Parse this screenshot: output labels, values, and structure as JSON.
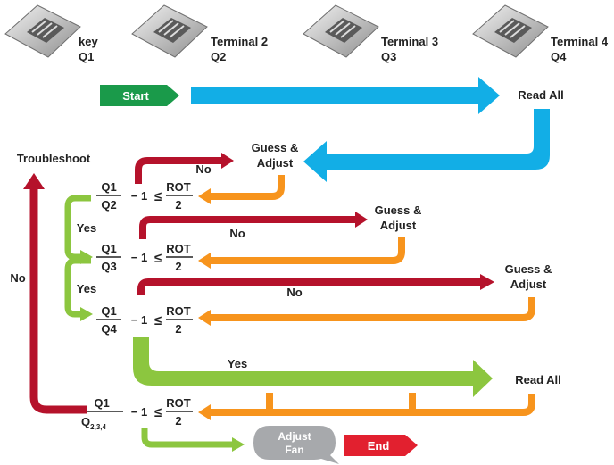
{
  "terminals": [
    {
      "name": "key",
      "q": "Q1"
    },
    {
      "name": "Terminal 2",
      "q": "Q2"
    },
    {
      "name": "Terminal 3",
      "q": "Q3"
    },
    {
      "name": "Terminal 4",
      "q": "Q4"
    }
  ],
  "start_label": "Start",
  "read_all_label": "Read All",
  "read_all_bottom_label": "Read All",
  "troubleshoot_label": "Troubleshoot",
  "guess_adjust": [
    {
      "line1": "Guess &",
      "line2": "Adjust"
    },
    {
      "line1": "Guess &",
      "line2": "Adjust"
    },
    {
      "line1": "Guess &",
      "line2": "Adjust"
    }
  ],
  "conditions": [
    {
      "num": "Q1",
      "den": "Q2",
      "minus": "− 1",
      "rel": "≤",
      "rnum": "ROT",
      "rden": "2"
    },
    {
      "num": "Q1",
      "den": "Q3",
      "minus": "− 1",
      "rel": "≤",
      "rnum": "ROT",
      "rden": "2"
    },
    {
      "num": "Q1",
      "den": "Q4",
      "minus": "− 1",
      "rel": "≤",
      "rnum": "ROT",
      "rden": "2"
    },
    {
      "num": "Q1",
      "den": "Q",
      "den_sub": "2,3,4",
      "minus": "− 1",
      "rel": "≤",
      "rnum": "ROT",
      "rden": "2"
    }
  ],
  "no_labels": [
    "No",
    "No",
    "No",
    "No"
  ],
  "yes_labels": [
    "Yes",
    "Yes",
    "Yes"
  ],
  "adjust_fan": {
    "line1": "Adjust",
    "line2": "Fan"
  },
  "end_label": "End",
  "colors": {
    "blue": "#12aee6",
    "green": "#8cc63f",
    "red": "#b5122b",
    "orange": "#f7941d",
    "start_green": "#1a9a4a",
    "end_red": "#e2202f",
    "fan_grey": "#a7a9ac"
  }
}
